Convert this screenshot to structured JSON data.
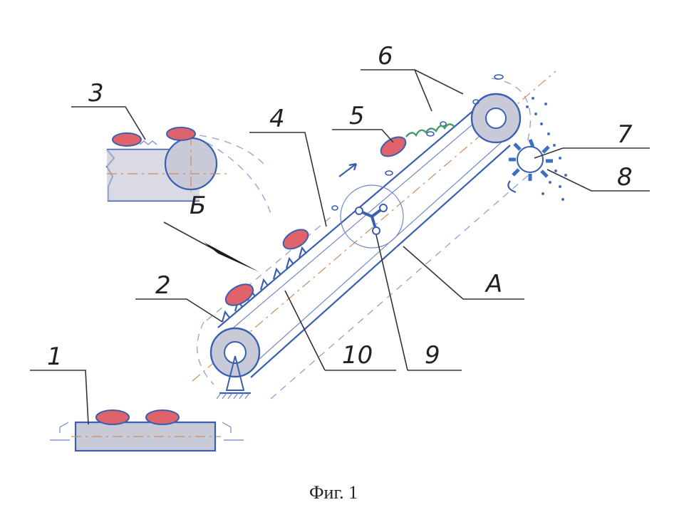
{
  "caption": "Фиг. 1",
  "labels": {
    "l1": "1",
    "l2": "2",
    "l3": "3",
    "l4": "4",
    "l5": "5",
    "l6": "6",
    "l7": "7",
    "l8": "8",
    "l9": "9",
    "l10": "10",
    "lA": "A",
    "lB": "Б"
  },
  "colors": {
    "outline": "#3a5fb0",
    "tuber": "#e0626b",
    "body_fill": "#c9cad8",
    "soil_green": "#4a9a6a"
  }
}
